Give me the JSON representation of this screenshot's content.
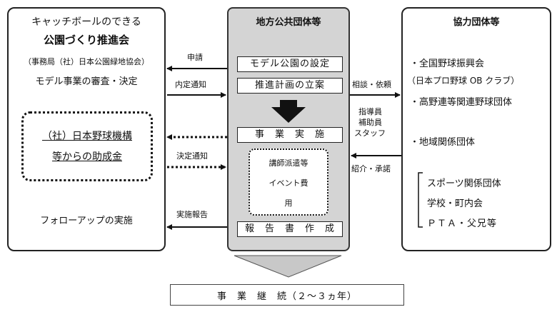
{
  "left": {
    "title_line1": "キャッチボールのできる",
    "title_line2": "公園づくり推進会",
    "office": "（事務局（社）日本公園緑地協会）",
    "role": "モデル事業の審査・決定",
    "grant_line1": "（社）日本野球機構",
    "grant_line2": "等からの助成金",
    "followup": "フォローアップの実施"
  },
  "center": {
    "title": "地方公共団体等",
    "step1": "モデル公園の設定",
    "step2": "推進計画の立案",
    "step3": "事　業　実　施",
    "sub_line1": "講師派遣等",
    "sub_line2": "イベント費",
    "sub_line3": "用",
    "step4": "報　告　書　作　成"
  },
  "right": {
    "title": "協力団体等",
    "item1": "・全国野球振興会",
    "item1b": "（日本プロ野球 OB クラブ）",
    "item2": "・高野連等関連野球団体",
    "item3": "・地域関係団体",
    "group_line1": "スポーツ関係団体",
    "group_line2": "学校・町内会",
    "group_line3": "ＰＴＡ・父兄等"
  },
  "arrows": {
    "apply": "申請",
    "notice": "内定通知",
    "decision": "決定通知",
    "report": "実施報告",
    "consult": "相談・依頼",
    "staff_line1": "指導員",
    "staff_line2": "補助員",
    "staff_line3": "スタッフ",
    "intro": "紹介・承諾"
  },
  "footer": {
    "continuation": "事　業　継　続（２～３ヵ年）"
  }
}
